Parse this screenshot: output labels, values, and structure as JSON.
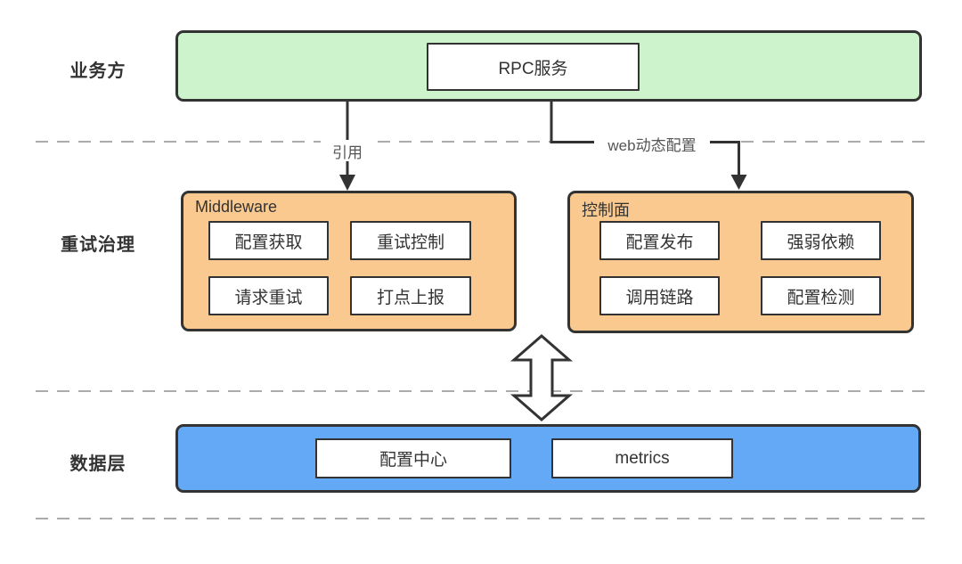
{
  "colors": {
    "green": "#ccf3cb",
    "orange": "#f9c98f",
    "blue": "#64a9f5",
    "border": "#333333",
    "dashed_line": "#ababab",
    "edge_text": "#555555"
  },
  "layers": {
    "business": {
      "label": "业务方"
    },
    "retry": {
      "label": "重试治理"
    },
    "data": {
      "label": "数据层"
    }
  },
  "business": {
    "rpc_label": "RPC服务"
  },
  "middleware": {
    "title": "Middleware",
    "items": [
      "配置获取",
      "重试控制",
      "请求重试",
      "打点上报"
    ]
  },
  "control_plane": {
    "title": "控制面",
    "items": [
      "配置发布",
      "强弱依赖",
      "调用链路",
      "配置检测"
    ]
  },
  "data_layer": {
    "items": [
      "配置中心",
      "metrics"
    ]
  },
  "edges": {
    "reference": "引用",
    "web_config": "web动态配置"
  }
}
